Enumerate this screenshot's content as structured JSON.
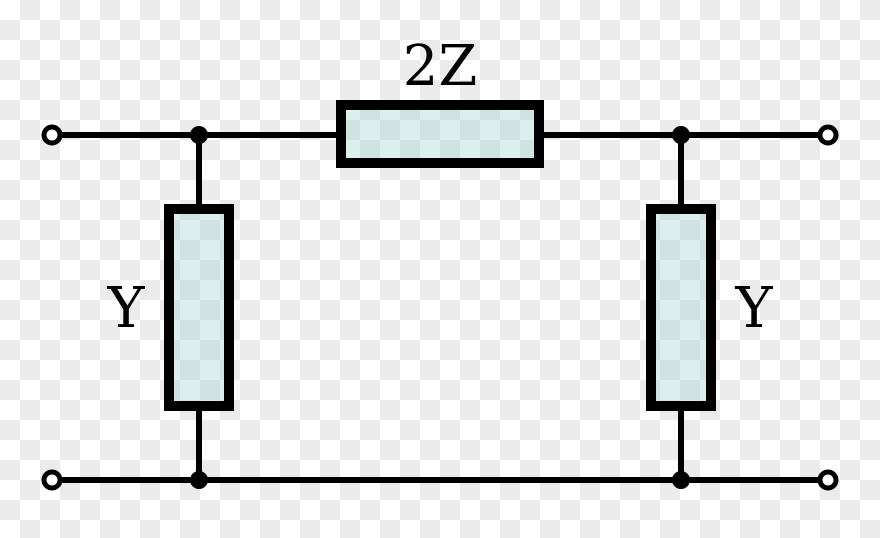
{
  "diagram": {
    "labels": {
      "series_impedance": "2Z",
      "left_shunt_admittance": "Y",
      "right_shunt_admittance": "Y"
    },
    "colors": {
      "line": "#000000",
      "component_fill": "#a8d8d8"
    }
  }
}
